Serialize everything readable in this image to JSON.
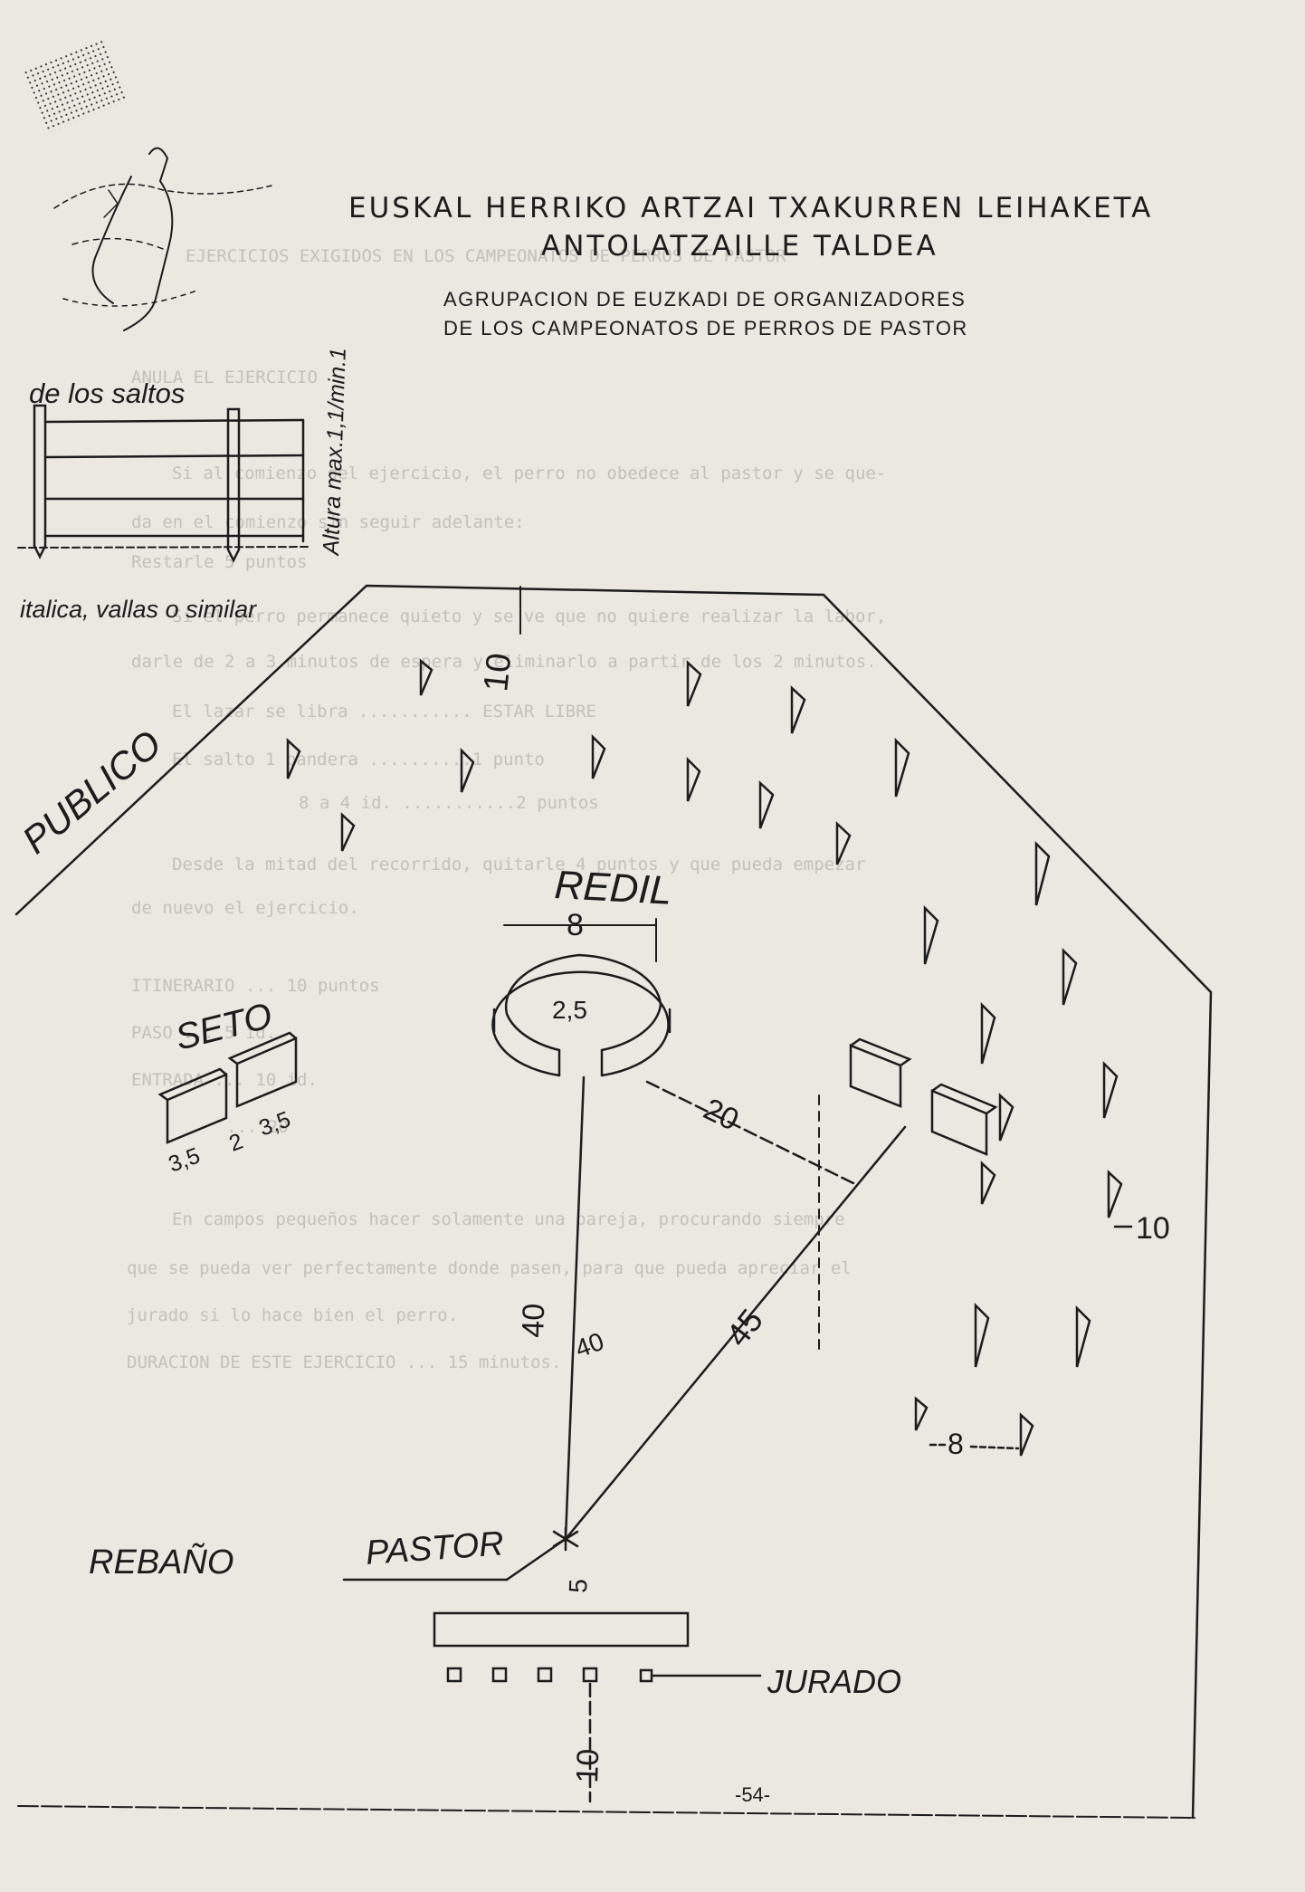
{
  "header": {
    "line1": "EUSKAL HERRIKO ARTZAI TXAKURREN LEIHAKETA",
    "line2": "ANTOLATZAILLE TALDEA",
    "line3": "AGRUPACION DE EUZKADI DE ORGANIZADORES",
    "line4": "DE LOS CAMPEONATOS DE PERROS DE PASTOR"
  },
  "inset": {
    "caption_top": "de los saltos",
    "height_note": "Altura max.1,1/min.1",
    "caption_bottom": "italica, vallas o similar"
  },
  "labels": {
    "publico": "PUBLICO",
    "redil": "REDIL",
    "seto": "SETO",
    "rebano": "REBAÑO",
    "pastor": "PASTOR",
    "jurado": "JURADO"
  },
  "dimensions": {
    "top": "10",
    "redil_width": "8",
    "redil_inner": "2,5",
    "seto_a": "3,5",
    "seto_gap": "2",
    "seto_b": "3,5",
    "diag": "20",
    "center_line": "40",
    "center_line_b": "40",
    "long_diag": "45",
    "right": "10",
    "flags_gap": "8",
    "pastor_jurado": "5",
    "bottom": "10",
    "page_number": "-54-"
  },
  "background_text": [
    "EJERCICIOS EXIGIDOS EN LOS CAMPEONATOS DE PERROS DE PASTOR",
    "ANULA EL EJERCICIO",
    "Si al comienzo del ejercicio, el perro no obedece al pastor y se que-",
    "da en el comienzo sin seguir adelante:",
    "Restarle 5 puntos",
    "Si el perro permanece quieto y se ve que no quiere realizar la labor,",
    "darle de 2 a 3 minutos de espera y eliminarlo a partir de los 2 minutos.",
    "El lazar se libra ........... ESTAR LIBRE",
    "El salto 1 bandera ..........1 punto",
    "8 a 4 id. ...........2 puntos",
    "Desde la mitad del recorrido, quitarle 4 puntos y que pueda empezar",
    "de nuevo el ejercicio.",
    "ITINERARIO ... 10 puntos",
    "PASO ... 5 id.",
    "ENTRADA ... 10 id.",
    "... 20",
    "En campos pequeños hacer solamente una pareja, procurando siempre",
    "que se pueda ver perfectamente donde pasen, para que pueda apreciar el",
    "jurado si lo hace bien el perro.",
    "DURACION DE ESTE EJERCICIO ... 15 minutos."
  ]
}
